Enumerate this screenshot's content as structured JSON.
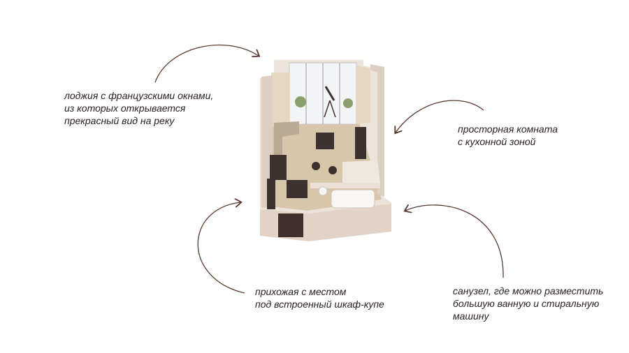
{
  "callouts": {
    "loggia": [
      "лоджия с французскими окнами,",
      "из которых открывается",
      "прекрасный вид на реку"
    ],
    "room": [
      "просторная комната",
      "с кухонной зоной"
    ],
    "hallway": [
      "прихожая с местом",
      "под встроенный шкаф-купе"
    ],
    "bathroom": [
      "санузел, где можно разместить",
      "большую ванную и стиральную",
      "машину"
    ]
  },
  "colors": {
    "arrow": "#5a3a30",
    "text": "#2a2220",
    "wall": "#e8ddd3",
    "floor": "#d9c7ae",
    "dark_furniture": "#3b3230"
  }
}
